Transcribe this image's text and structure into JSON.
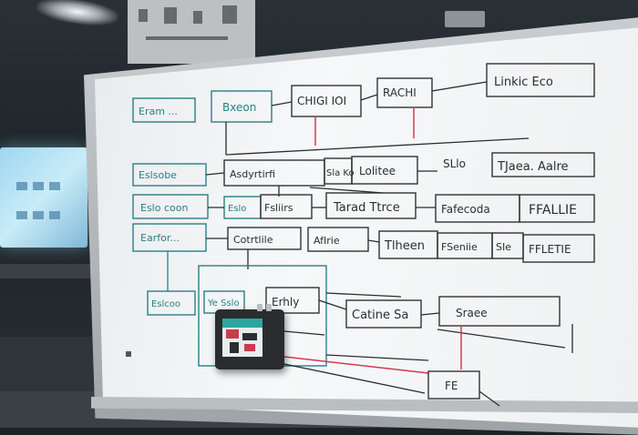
{
  "scene": {
    "description_colors": {
      "board": "#f4f6f7",
      "marker_teal": "#2a7f88",
      "marker_dark": "#2b2e31",
      "marker_red": "#d23a55",
      "monitor_glow": "#9fd6ef"
    }
  },
  "whiteboard": {
    "top_row": {
      "box1": "Eram ...",
      "box2": "Bxeon",
      "box3": "CHIGI IOI",
      "box4": "RACHI",
      "box5": "Linkic Eco"
    },
    "row2": {
      "left": "Eslsobe",
      "mid1": "Asdyrtirfi",
      "mid2": "Sla Ko",
      "mid3": "Lolitee",
      "note": "SLlo",
      "right": "TJaea. Aalre"
    },
    "row3": {
      "left": "Eslo coon",
      "mid1": "Eslo",
      "mid2": "Fsliirs",
      "center": "Tarad Ttrce",
      "right1": "Fafecoda",
      "right2": "FFALLIE"
    },
    "row4": {
      "left": "Earfor...",
      "mid1": "Cotrtlile",
      "mid2": "AfIrie",
      "right1": "Tlheen",
      "right2": "FSeniie",
      "right3": "SIe",
      "right4": "FFLETIE"
    },
    "row5": {
      "left": "Eslcoo",
      "mid": "Ye Sslo",
      "mid2": "Erhly",
      "center": "Catine Sa",
      "right": "Sraee"
    },
    "bottom": {
      "right_box": "FE"
    }
  }
}
